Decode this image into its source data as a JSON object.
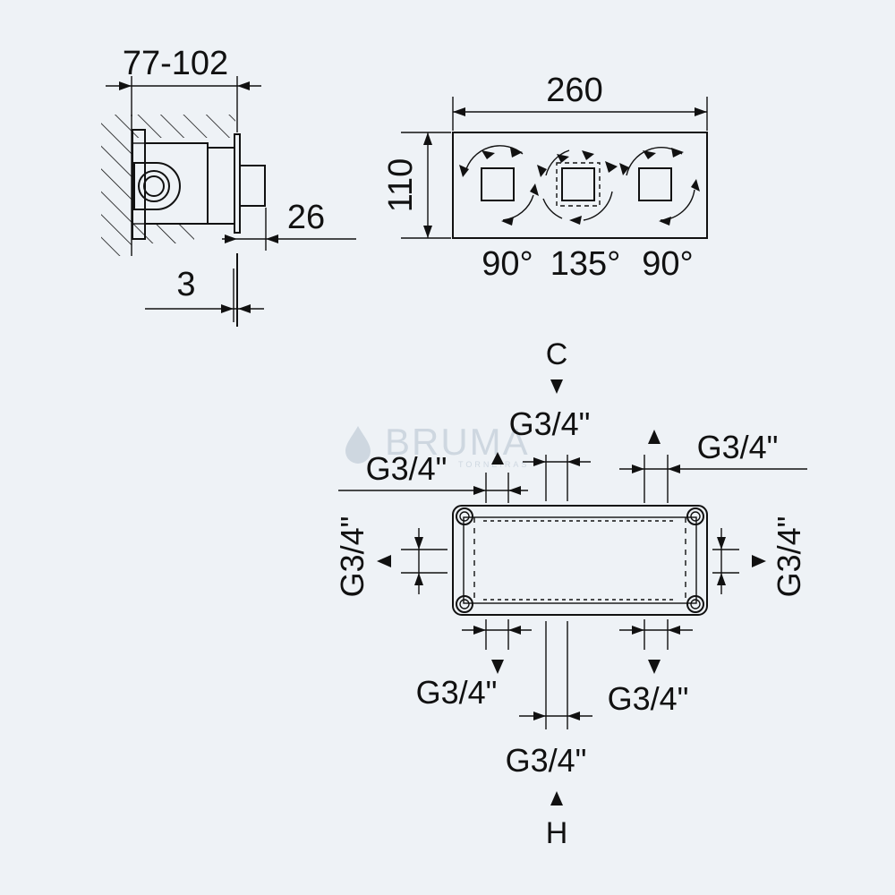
{
  "watermark": {
    "brand": "BRUMA",
    "sub": "TORNEIRAS"
  },
  "side_view": {
    "depth_range": "77-102",
    "plate_offset": "26",
    "plate_thickness": "3"
  },
  "front_view": {
    "width": "260",
    "height": "110",
    "angles": [
      "90°",
      "135°",
      "90°"
    ]
  },
  "connections": {
    "cold_label": "C",
    "hot_label": "H",
    "thread": "G3/4\"",
    "ports": [
      "top-center",
      "top-left",
      "top-right",
      "left",
      "right",
      "bottom-left",
      "bottom-right",
      "bottom-center"
    ]
  },
  "colors": {
    "background": "#eef2f6",
    "line": "#111111",
    "watermark": "#c9d3dd"
  }
}
